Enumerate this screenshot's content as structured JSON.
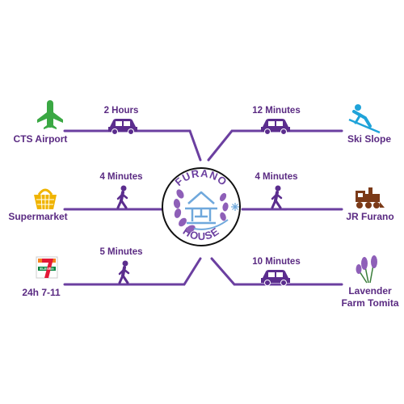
{
  "colors": {
    "line": "#6b3fa0",
    "text": "#5a2a82",
    "vehicle": "#5b2d8e",
    "airport_icon": "#3aa843",
    "supermarket_icon": "#f0b400",
    "ski_icon": "#1fa3d9",
    "train_icon": "#7b3a18",
    "lavender_icon": "#8e5fb8",
    "logo_house": "#6fa8dc"
  },
  "center": {
    "logo_top": "FURANO",
    "logo_bottom": "HOUSE"
  },
  "destinations": {
    "airport": {
      "name": "CTS Airport",
      "time": "2 Hours",
      "mode": "car",
      "icon": "airplane-icon"
    },
    "supermarket": {
      "name": "Supermarket",
      "time": "4 Minutes",
      "mode": "walk",
      "icon": "shopping-basket-icon"
    },
    "seven": {
      "name": "24h 7-11",
      "time": "5 Minutes",
      "mode": "walk",
      "icon": "seven-eleven-logo",
      "logo_text": "ELEVEn"
    },
    "ski": {
      "name": "Ski Slope",
      "time": "12 Minutes",
      "mode": "car",
      "icon": "skier-icon"
    },
    "jr": {
      "name": "JR Furano",
      "time": "4 Minutes",
      "mode": "walk",
      "icon": "train-icon"
    },
    "lavender": {
      "name_line1": "Lavender",
      "name_line2": "Farm Tomita",
      "time": "10 Minutes",
      "mode": "car",
      "icon": "lavender-icon"
    }
  }
}
